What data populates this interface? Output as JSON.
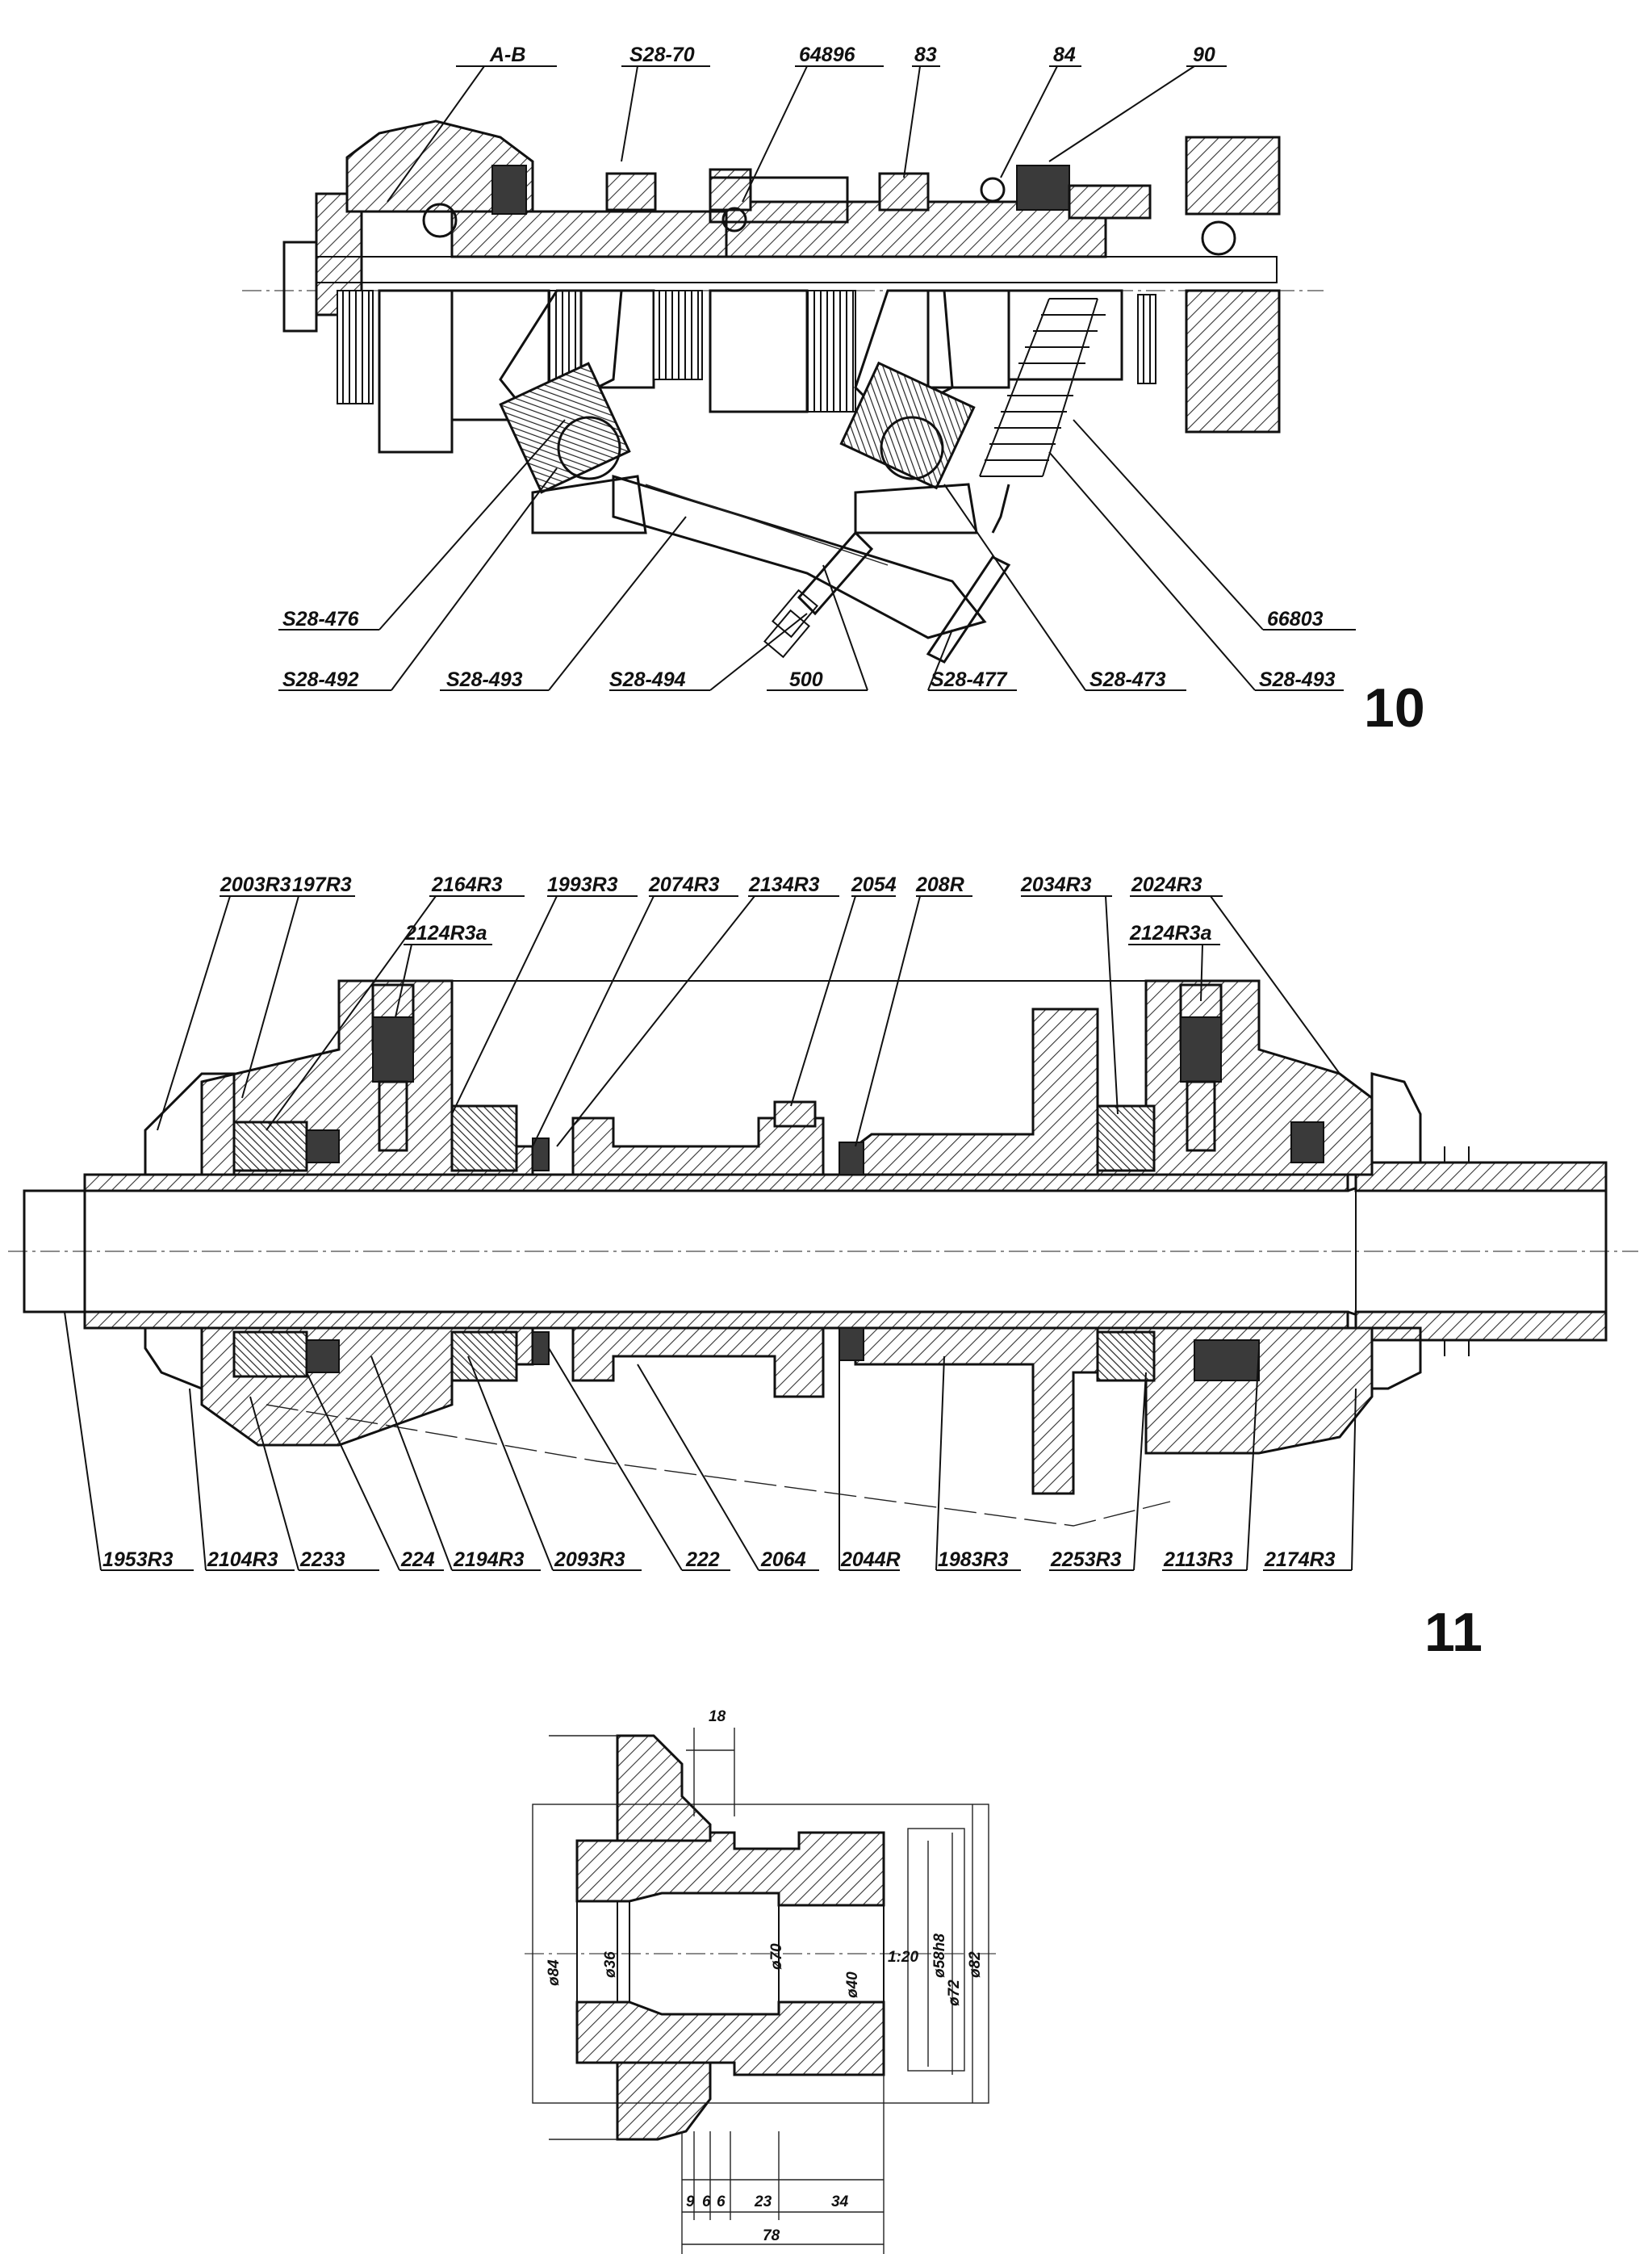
{
  "figure_10": {
    "number": "10",
    "top_labels": [
      "A-B",
      "S28-70",
      "64896",
      "83",
      "84",
      "90"
    ],
    "bottom_labels": [
      "S28-476",
      "S28-492",
      "S28-493",
      "S28-494",
      "500",
      "S28-477",
      "S28-473",
      "S28-493",
      "66803"
    ]
  },
  "figure_11": {
    "number": "11",
    "top_labels": [
      "2003R3",
      "197R3",
      "2164R3",
      "1993R3",
      "2074R3",
      "2134R3",
      "2054",
      "208R",
      "2034R3",
      "2024R3"
    ],
    "upper_inner_labels": [
      "2124R3a",
      "2124R3a"
    ],
    "bottom_labels": [
      "1953R3",
      "2104R3",
      "2233",
      "224",
      "2194R3",
      "2093R3",
      "222",
      "2064",
      "2044R",
      "1983R3",
      "2253R3",
      "2113R3",
      "2174R3"
    ]
  },
  "detail_drawing": {
    "dimensions_top": [
      "18"
    ],
    "dimensions_vertical": [
      "ø84",
      "ø36",
      "ø70",
      "ø40",
      "ø58h8",
      "ø72",
      "ø82"
    ],
    "taper": "1:20",
    "dimensions_bottom": [
      "9",
      "6",
      "6",
      "23",
      "34"
    ],
    "overall_length": "78"
  }
}
